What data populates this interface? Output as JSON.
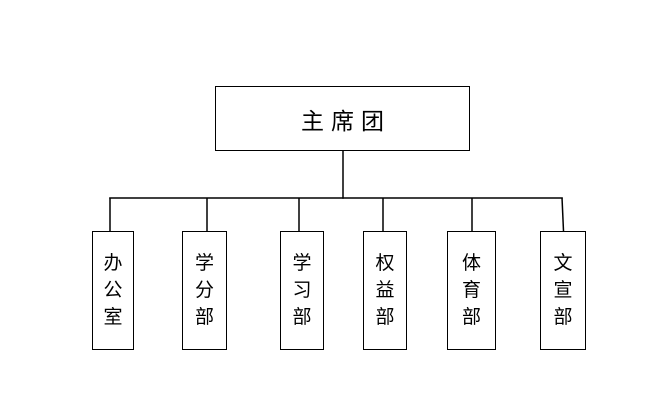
{
  "diagram": {
    "type": "org-chart",
    "background_color": "#ffffff",
    "line_color": "#000000",
    "box_border_color": "#000000",
    "root": {
      "label": "主席团"
    },
    "children": [
      {
        "label": "办公室"
      },
      {
        "label": "学分部"
      },
      {
        "label": "学习部"
      },
      {
        "label": "权益部"
      },
      {
        "label": "体育部"
      },
      {
        "label": "文宣部"
      }
    ]
  }
}
